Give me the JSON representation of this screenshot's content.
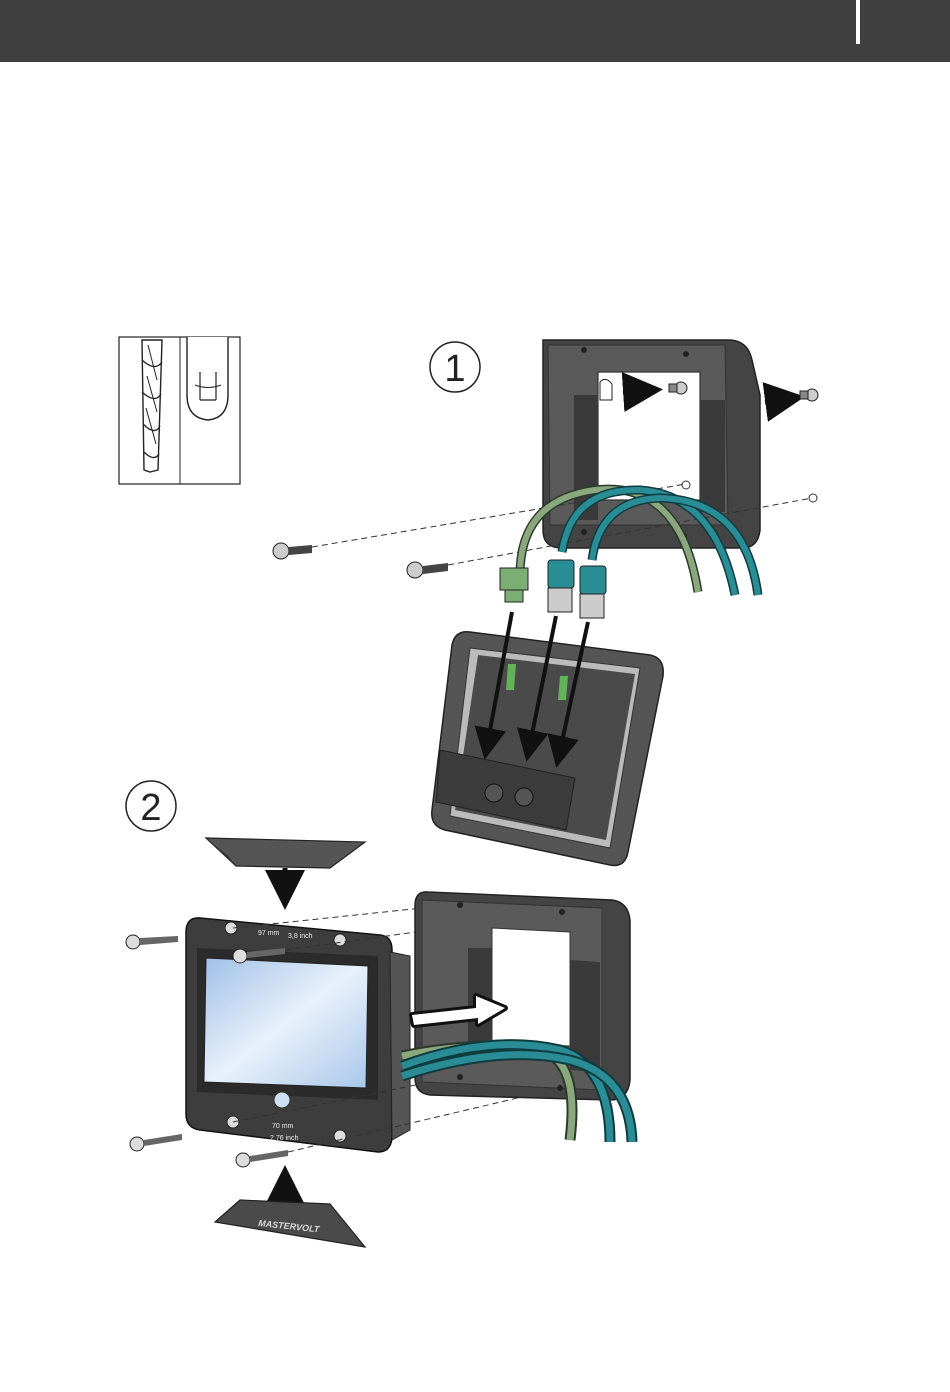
{
  "header": {
    "color": "#3f3f3f"
  },
  "tools": {
    "items": [
      "drill-bit-icon",
      "phillips-screwdriver-icon"
    ]
  },
  "step1": {
    "label": "1"
  },
  "step2": {
    "label": "2",
    "top_dimension_mm": "97 mm",
    "top_dimension_inch": "3,8 inch",
    "bottom_dimension_mm": "70 mm",
    "bottom_dimension_inch": "2,76 inch",
    "brand": "MASTERVOLT"
  },
  "colors": {
    "housing": "#4a4a4a",
    "cable_green": "#8aa77e",
    "cable_teal": "#2a8c95",
    "screen": "#bcd6ee"
  }
}
